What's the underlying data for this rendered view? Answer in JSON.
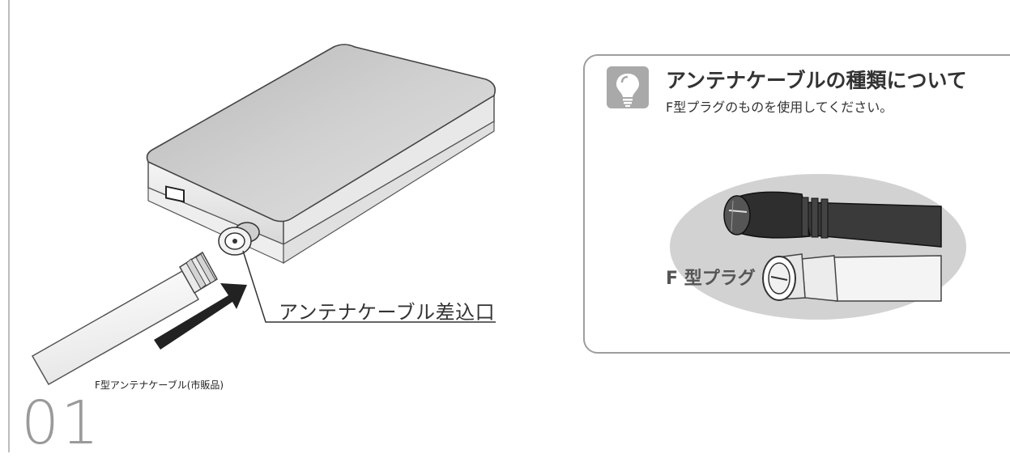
{
  "step": {
    "number": "01"
  },
  "illustration": {
    "port_label": "アンテナケーブル差込口",
    "cable_caption": "F型アンテナケーブル(市販品)"
  },
  "info_box": {
    "title": "アンテナケーブルの種類について",
    "text": "F型プラグのものを使用してください。",
    "plug_label": "F 型プラグ",
    "icon": "lightbulb-icon"
  },
  "colors": {
    "border": "#9e9e9e",
    "device_body": "#c4c4c4",
    "icon_bg": "#a9a9a9",
    "ellipse": "#d2d2d2"
  }
}
